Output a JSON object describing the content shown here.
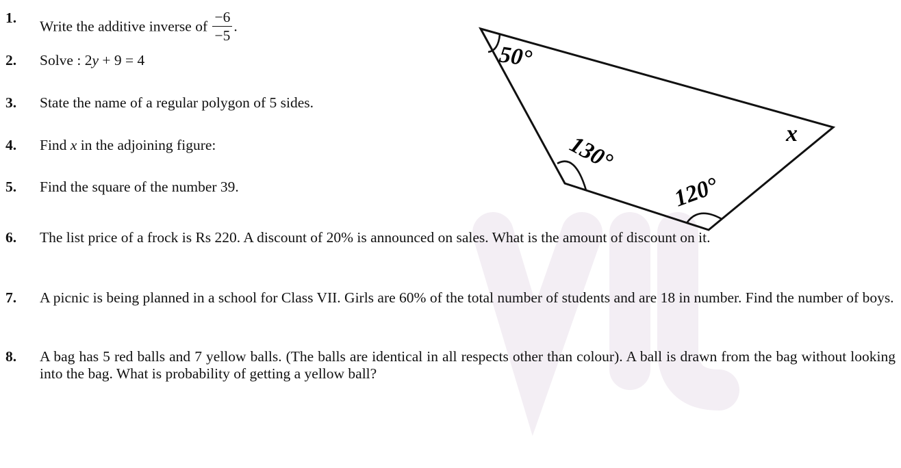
{
  "questions": [
    {
      "num": "1.",
      "text": "Write the additive inverse of",
      "frac_num": "−6",
      "frac_den": "−5",
      "suffix": "."
    },
    {
      "num": "2.",
      "pre": "Solve : 2",
      "var": "y",
      "post": " + 9 = 4"
    },
    {
      "num": "3.",
      "text": "State the name of a regular polygon of 5 sides."
    },
    {
      "num": "4.",
      "pre": "Find ",
      "var": "x",
      "post": " in the adjoining figure:"
    },
    {
      "num": "5.",
      "text": "Find the square of the number 39."
    },
    {
      "num": "6.",
      "text": "The list price of a frock is Rs 220. A discount of 20% is announced on sales. What is the amount of discount on it."
    },
    {
      "num": "7.",
      "text": "A picnic is being planned in a school for Class VII. Girls are 60% of the total number of students and are 18 in number. Find the number of boys."
    },
    {
      "num": "8.",
      "text": "A bag has 5 red balls and 7 yellow balls. (The balls are identical in all respects other than colour). A ball is drawn from the bag without looking into the bag. What is probability of getting a yellow ball?"
    }
  ],
  "figure": {
    "angle_top_left": "50°",
    "angle_bottom_left": "130°",
    "angle_bottom_right": "120°",
    "angle_right": "x"
  }
}
